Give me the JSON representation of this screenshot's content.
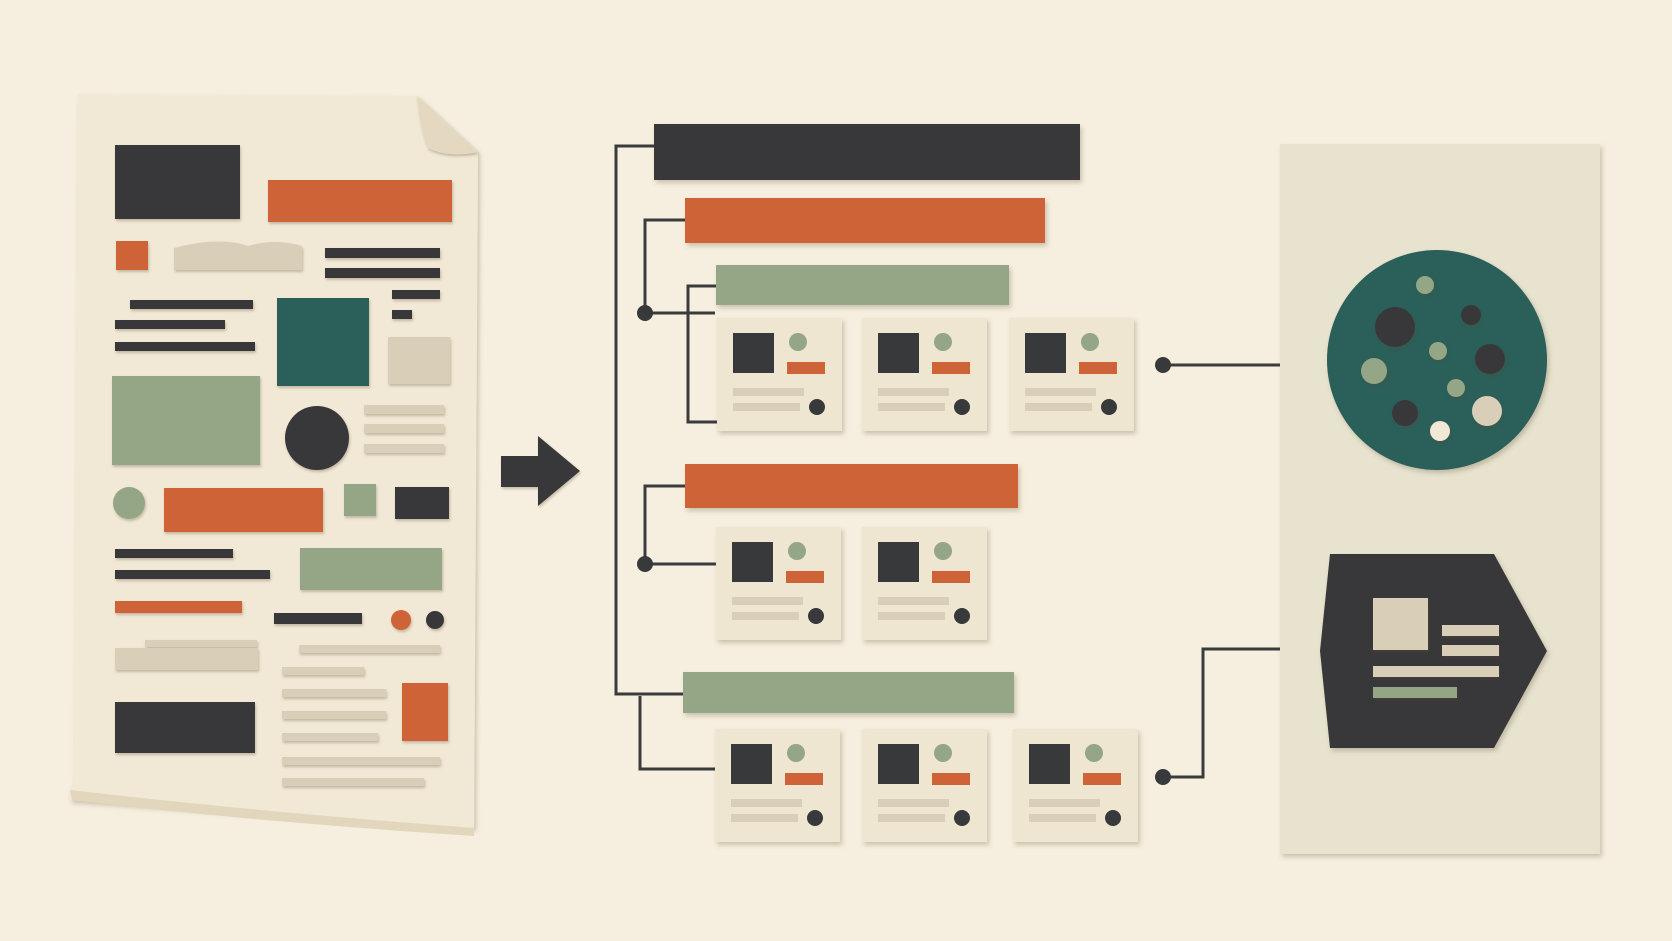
{
  "palette": {
    "background": "#f6efdf",
    "paper": "#f1e8d5",
    "card": "#efe6d2",
    "panel": "#e7e3cf",
    "charcoal": "#37393a",
    "rust": "#cf6338",
    "sage": "#94a685",
    "teal": "#2b5f5a",
    "tan": "#d9cfb9",
    "line": "#3a3b3c"
  },
  "icons": {
    "source": "document-icon",
    "flow": "right-arrow-icon",
    "dataset": "data-cluster-icon",
    "report": "hexagon-report-icon"
  },
  "structure": {
    "groups": [
      {
        "header_color": "rust",
        "subgroups": [
          {
            "header_color": "sage",
            "cards": 3
          }
        ]
      },
      {
        "header_color": "rust",
        "subgroups": [
          {
            "header_color": "none",
            "cards": 2
          }
        ]
      },
      {
        "header_color": "sage",
        "subgroups": [
          {
            "header_color": "none",
            "cards": 3
          }
        ]
      }
    ],
    "outputs": [
      {
        "shape": "circle",
        "color": "teal",
        "source_row": 1
      },
      {
        "shape": "hexagon",
        "color": "charcoal",
        "source_row": 3
      }
    ]
  }
}
